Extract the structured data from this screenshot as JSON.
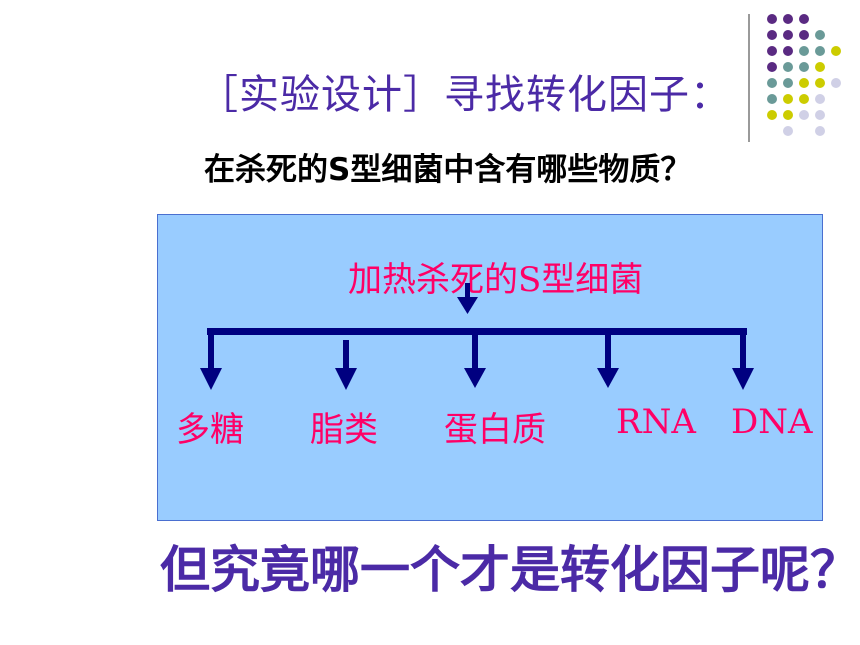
{
  "slide": {
    "title": "［实验设计］寻找转化因子：",
    "subtitle": "在杀死的S型细菌中含有哪些物质？",
    "diagram": {
      "source": "加热杀死的S型细菌",
      "components": [
        "多糖",
        "脂类",
        "蛋白质",
        "RNA",
        "DNA"
      ]
    },
    "question": "但究竟哪一个才是转化因子呢？"
  },
  "colors": {
    "accent_purple": "#4b2aa6",
    "accent_pink": "#ff0066",
    "panel_blue": "#99ccff",
    "arrow_navy": "#000080",
    "dot_purple": "#5a2a82",
    "dot_teal": "#6a9a98",
    "dot_yellow": "#cccc00",
    "dot_lavender": "#d0d0e6"
  }
}
